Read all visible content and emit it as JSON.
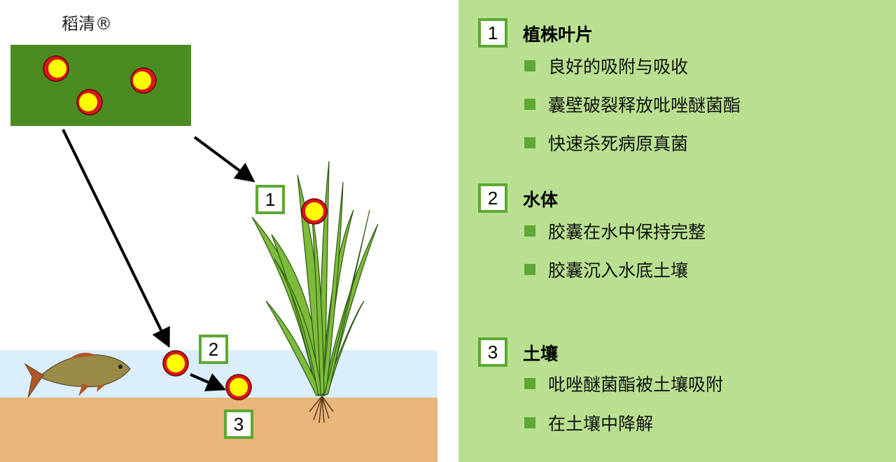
{
  "product": {
    "name": "稻清®"
  },
  "diagram": {
    "label_1": "1",
    "label_2": "2",
    "label_3": "3"
  },
  "panel": {
    "sections": [
      {
        "number": "1",
        "title": "植株叶片",
        "bullets": [
          "良好的吸附与吸收",
          "囊壁破裂释放吡唑醚菌酯",
          "快速杀死病原真菌"
        ]
      },
      {
        "number": "2",
        "title": "水体",
        "bullets": [
          "胶囊在水中保持完整",
          "胶囊沉入水底土壤"
        ]
      },
      {
        "number": "3",
        "title": "土壤",
        "bullets": [
          "吡唑醚菌酯被土壤吸附",
          "在土壤中降解"
        ]
      }
    ]
  },
  "colors": {
    "accent_green": "#5ea834",
    "panel_bg": "#b8e090",
    "product_box": "#4a8c22",
    "water": "#dbeefb",
    "soil": "#e8b57a",
    "capsule_fill": "#ffff00",
    "capsule_ring": "#d8171b"
  }
}
